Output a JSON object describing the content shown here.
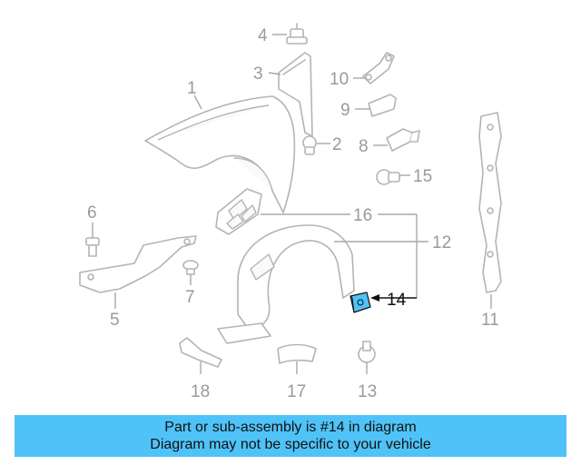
{
  "diagram": {
    "highlight_color": "#4fc3f7",
    "callouts": {
      "c1": "1",
      "c2": "2",
      "c3": "3",
      "c4": "4",
      "c5": "5",
      "c6": "6",
      "c7": "7",
      "c8": "8",
      "c9": "9",
      "c10": "10",
      "c11": "11",
      "c12": "12",
      "c13": "13",
      "c14": "14",
      "c15": "15",
      "c16": "16",
      "c17": "17",
      "c18": "18"
    }
  },
  "banner": {
    "line1": "Part or sub-assembly is #14 in diagram",
    "line2": "Diagram may not be specific to your vehicle",
    "background": "#4fc3f7"
  }
}
